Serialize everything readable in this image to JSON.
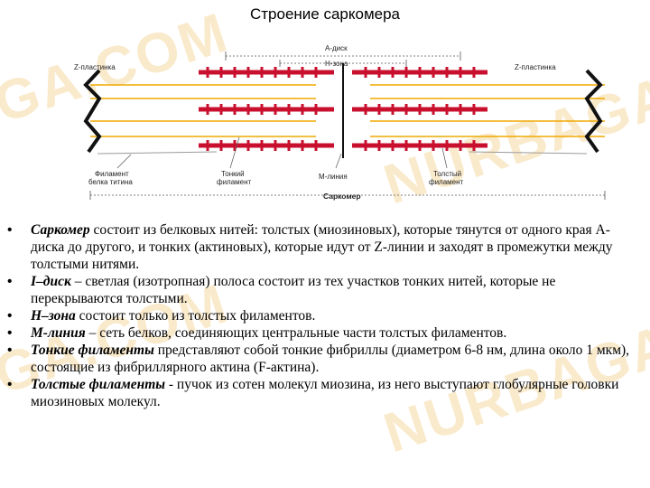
{
  "slide": {
    "title": "Строение саркомера"
  },
  "diagram": {
    "label_a_disk": "А-диск",
    "label_h_zone": "Н-зона",
    "label_z_left": "Z-пластинка",
    "label_z_right": "Z-пластинка",
    "label_titin_1": "Филамент",
    "label_titin_2": "белка титина",
    "label_thin_1": "Тонкий",
    "label_thin_2": "филамент",
    "label_m_line": "М-линия",
    "label_thick_1": "Толстый",
    "label_thick_2": "филамент",
    "label_sarcomere": "Саркомер",
    "colors": {
      "thick_filament": "#c8102e",
      "thin_filament": "#f0a800",
      "z_disc": "#111111",
      "titin": "#9a9a9a"
    }
  },
  "watermark": {
    "text_1": "GA.COM",
    "text_2": "NURBAGA",
    "text_3": "GA.COM",
    "text_4": "NURBAGA"
  },
  "bullets": [
    {
      "term": "Саркомер",
      "text": " состоит из белковых нитей:  толстых (миозиновых),  которые тянутся от одного края А-диска до другого, и тонких (актиновых), которые идут от Z-линии и заходят в промежутки между толстыми нитями."
    },
    {
      "term": "I–диск",
      "text": " – светлая (изотропная) полоса состоит из тех участков тонких нитей, которые не перекрываются толстыми."
    },
    {
      "term": "Н–зона",
      "text": " состоит только из толстых филаментов."
    },
    {
      "term": "М-линия",
      "text": " – сеть белков, соединяющих центральные части толстых филаментов."
    },
    {
      "term": "Тонкие филаменты",
      "text": " представляют собой тонкие фибриллы (диаметром 6-8 нм, длина около 1 мкм), состоящие из фибриллярного актина (F-актина)."
    },
    {
      "term": "Толстые филаменты",
      "text": " - пучок из сотен молекул миозина, из него выступают глобулярные головки миозиновых молекул."
    }
  ]
}
